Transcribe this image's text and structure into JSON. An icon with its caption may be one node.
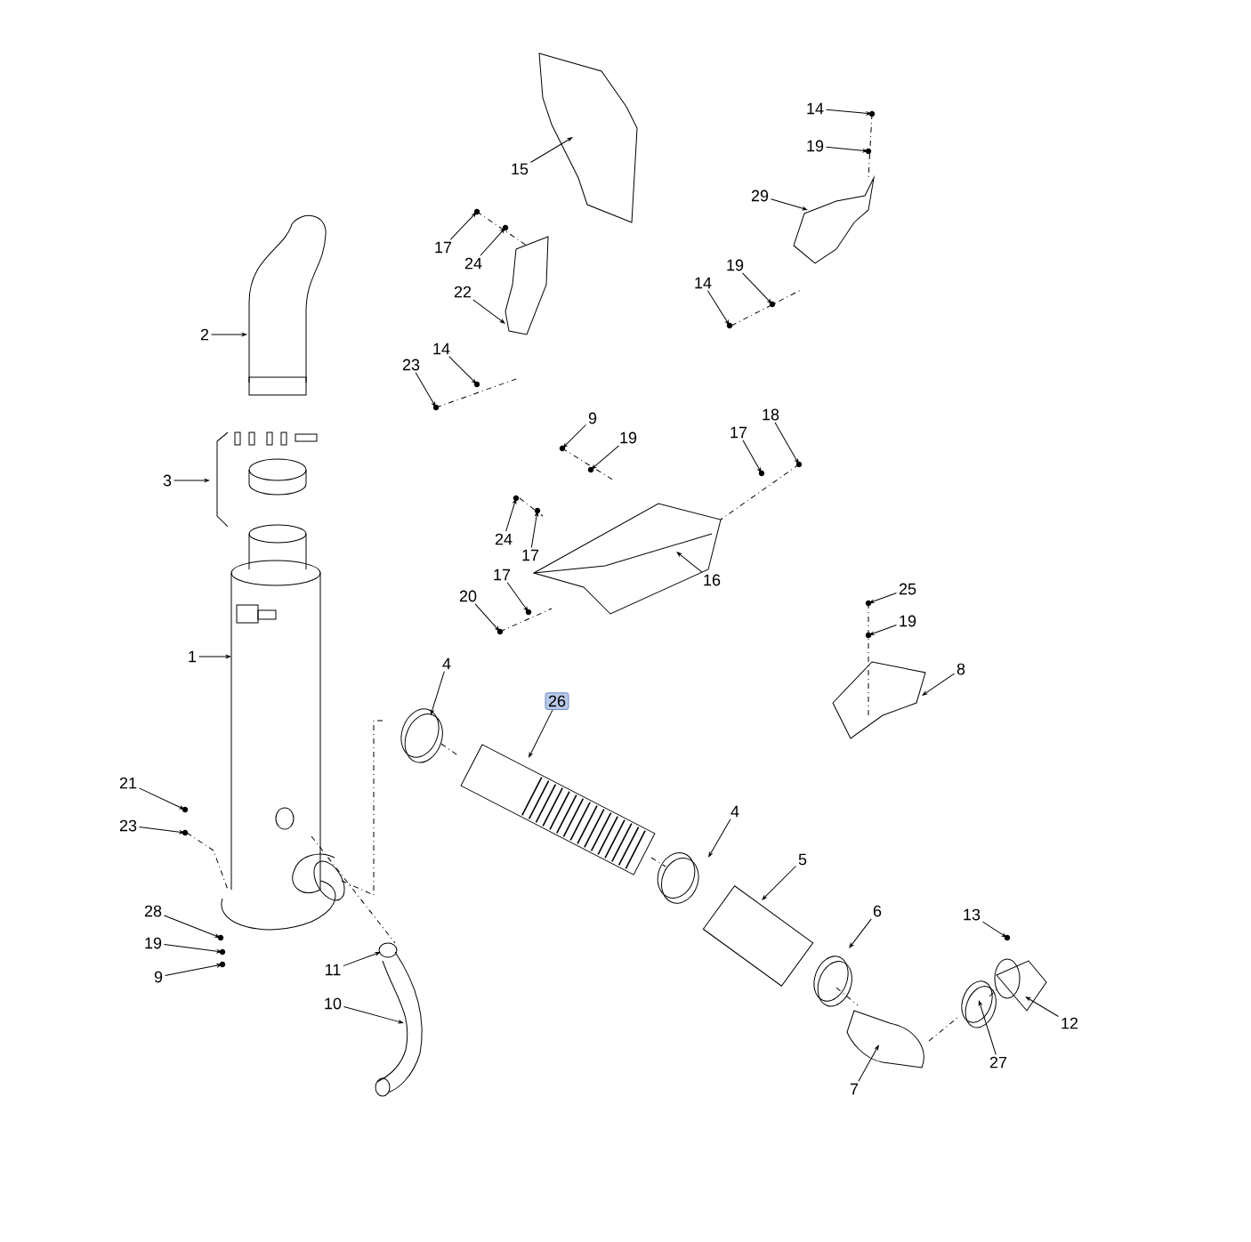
{
  "diagram": {
    "nodes": [
      {
        "text": [
          "15"
        ]
      },
      {
        "text": [
          "14"
        ]
      },
      {
        "text": [
          "19"
        ]
      },
      {
        "text": [
          "29"
        ]
      },
      {
        "text": [
          "17"
        ]
      },
      {
        "text": [
          "24"
        ]
      },
      {
        "text": [
          "22"
        ]
      },
      {
        "text": [
          "19"
        ]
      },
      {
        "text": [
          "14"
        ]
      },
      {
        "text": [
          "2"
        ]
      },
      {
        "text": [
          "23"
        ]
      },
      {
        "text": [
          "14"
        ]
      },
      {
        "text": [
          "9"
        ]
      },
      {
        "text": [
          "19"
        ]
      },
      {
        "text": [
          "17"
        ]
      },
      {
        "text": [
          "18"
        ]
      },
      {
        "text": [
          "3"
        ]
      },
      {
        "text": [
          "24"
        ]
      },
      {
        "text": [
          "17"
        ]
      },
      {
        "text": [
          "16"
        ]
      },
      {
        "text": [
          "17"
        ]
      },
      {
        "text": [
          "20"
        ]
      },
      {
        "text": [
          "25"
        ]
      },
      {
        "text": [
          "19"
        ]
      },
      {
        "text": [
          "1"
        ]
      },
      {
        "text": [
          "8"
        ]
      },
      {
        "text": [
          "4"
        ]
      },
      {
        "text": [
          "26"
        ]
      },
      {
        "text": [
          "21"
        ]
      },
      {
        "text": [
          "23"
        ]
      },
      {
        "text": [
          "4"
        ]
      },
      {
        "text": [
          "5"
        ]
      },
      {
        "text": [
          "28"
        ]
      },
      {
        "text": [
          "6"
        ]
      },
      {
        "text": [
          "19"
        ]
      },
      {
        "text": [
          "13"
        ]
      },
      {
        "text": [
          "9"
        ]
      },
      {
        "text": [
          "11"
        ]
      },
      {
        "text": [
          "12"
        ]
      },
      {
        "text": [
          "10"
        ]
      },
      {
        "text": [
          "27"
        ]
      },
      {
        "text": [
          "7"
        ]
      }
    ],
    "edges": [
      {
        "from": 0,
        "to": null,
        "arrow": "to"
      },
      {
        "from": 1,
        "to": null,
        "arrow": "to"
      },
      {
        "from": 2,
        "to": null,
        "arrow": "to"
      },
      {
        "from": 3,
        "to": null,
        "arrow": "to"
      },
      {
        "from": 4,
        "to": null,
        "arrow": "to"
      },
      {
        "from": 5,
        "to": null,
        "arrow": "to"
      },
      {
        "from": 6,
        "to": null,
        "arrow": "to"
      },
      {
        "from": 7,
        "to": null,
        "arrow": "to"
      },
      {
        "from": 8,
        "to": null,
        "arrow": "to"
      },
      {
        "from": 9,
        "to": null,
        "arrow": "to"
      },
      {
        "from": 10,
        "to": null,
        "arrow": "to"
      },
      {
        "from": 11,
        "to": null,
        "arrow": "to"
      },
      {
        "from": 12,
        "to": null,
        "arrow": "to"
      },
      {
        "from": 13,
        "to": null,
        "arrow": "to"
      },
      {
        "from": 14,
        "to": null,
        "arrow": "to"
      },
      {
        "from": 15,
        "to": null,
        "arrow": "to"
      },
      {
        "from": 16,
        "to": null,
        "arrow": "to"
      },
      {
        "from": 17,
        "to": null,
        "arrow": "to"
      },
      {
        "from": 18,
        "to": null,
        "arrow": "to"
      },
      {
        "from": 19,
        "to": null,
        "arrow": "to"
      },
      {
        "from": 20,
        "to": null,
        "arrow": "to"
      },
      {
        "from": 21,
        "to": null,
        "arrow": "to"
      },
      {
        "from": 22,
        "to": null,
        "arrow": "to"
      },
      {
        "from": 23,
        "to": null,
        "arrow": "to"
      },
      {
        "from": 24,
        "to": null,
        "arrow": "to"
      },
      {
        "from": 25,
        "to": null,
        "arrow": "to"
      },
      {
        "from": 26,
        "to": null,
        "arrow": "to"
      },
      {
        "from": 27,
        "to": null,
        "arrow": "to"
      },
      {
        "from": 28,
        "to": null,
        "arrow": "to"
      },
      {
        "from": 29,
        "to": null,
        "arrow": "to"
      },
      {
        "from": 30,
        "to": null,
        "arrow": "to"
      },
      {
        "from": 31,
        "to": null,
        "arrow": "to"
      },
      {
        "from": 32,
        "to": null,
        "arrow": "to"
      },
      {
        "from": 33,
        "to": null,
        "arrow": "to"
      },
      {
        "from": 34,
        "to": null,
        "arrow": "to"
      },
      {
        "from": 35,
        "to": null,
        "arrow": "to"
      },
      {
        "from": 36,
        "to": null,
        "arrow": "to"
      },
      {
        "from": 37,
        "to": null,
        "arrow": "to"
      },
      {
        "from": 38,
        "to": null,
        "arrow": "to"
      },
      {
        "from": 39,
        "to": null,
        "arrow": "to"
      },
      {
        "from": 40,
        "to": null,
        "arrow": "to"
      },
      {
        "from": 41,
        "to": null,
        "arrow": "to"
      }
    ]
  }
}
